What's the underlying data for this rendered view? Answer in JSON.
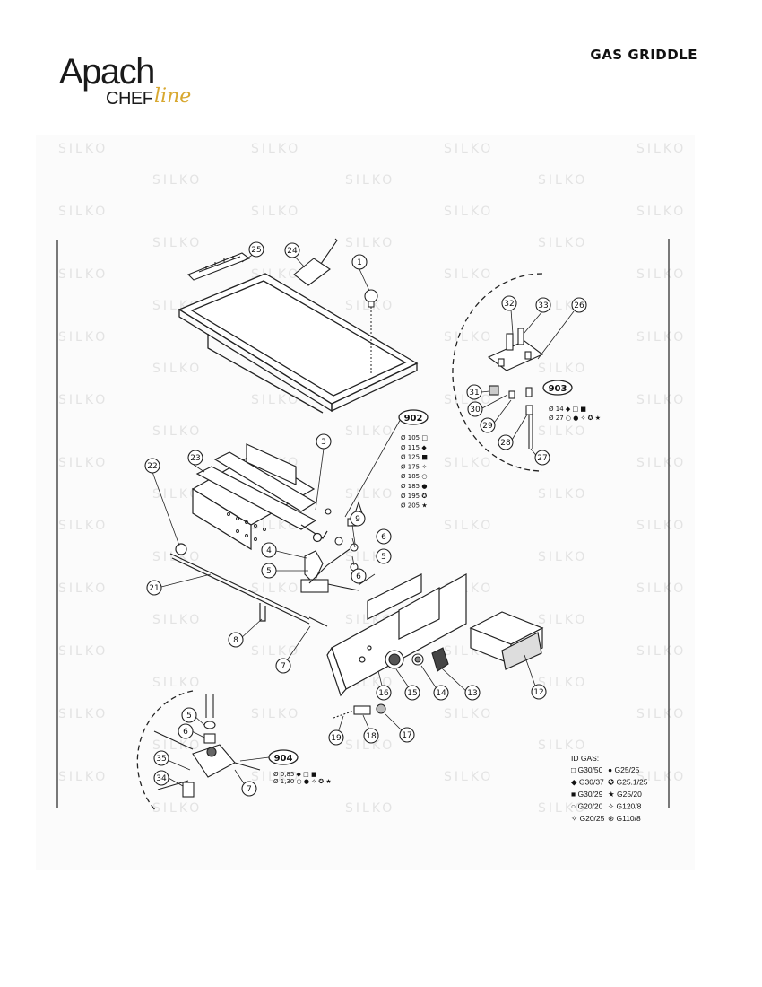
{
  "header": {
    "brand_main": "Apach",
    "brand_sub": "CHEF",
    "brand_script": "line",
    "doc_title": "GAS GRIDDLE"
  },
  "watermark": "SILKO",
  "callouts": [
    "1",
    "3",
    "4",
    "5",
    "5",
    "5",
    "6",
    "6",
    "6",
    "7",
    "7",
    "8",
    "9",
    "12",
    "13",
    "14",
    "15",
    "16",
    "17",
    "18",
    "19",
    "21",
    "22",
    "23",
    "24",
    "25",
    "26",
    "27",
    "28",
    "29",
    "30",
    "31",
    "32",
    "33",
    "34",
    "35"
  ],
  "kits": {
    "k902": {
      "code": "902",
      "specs": [
        "Ø 105 □",
        "Ø 115 ◆",
        "Ø 125 ■",
        "Ø 175 ✧",
        "Ø 185 ○",
        "Ø 185 ●",
        "Ø 195 ✪",
        "Ø 205 ★"
      ]
    },
    "k903": {
      "code": "903",
      "specs": [
        "Ø 14 ◆ □ ■",
        "Ø 27 ○ ● ✧ ✪ ★"
      ]
    },
    "k904": {
      "code": "904",
      "specs": [
        "Ø 0,85 ◆ □ ■",
        "Ø 1,30 ○ ● ✧ ✪ ★"
      ]
    }
  },
  "gas_id": {
    "title": "ID GAS:",
    "rows": [
      [
        "□ G30/50",
        "● G25/25"
      ],
      [
        "◆ G30/37",
        "✪ G25.1/25"
      ],
      [
        "■ G30/29",
        "★ G25/20"
      ],
      [
        "○ G20/20",
        "✧ G120/8"
      ],
      [
        "✧ G20/25",
        "⊛ G110/8"
      ]
    ]
  }
}
